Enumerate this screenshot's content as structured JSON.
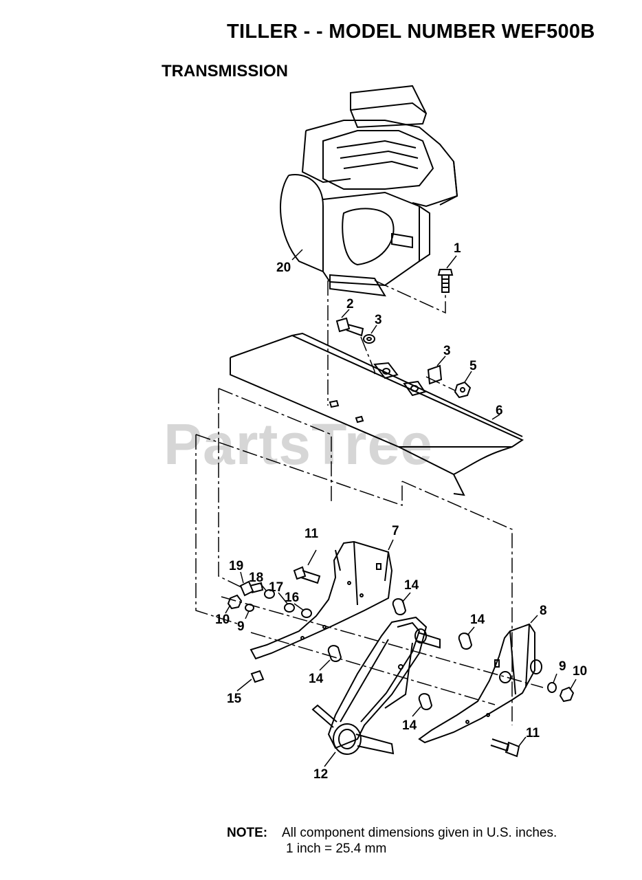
{
  "header": {
    "title": "TILLER - - MODEL NUMBER WEF500B",
    "section": "TRANSMISSION"
  },
  "watermark": "PartsTree",
  "callouts": [
    {
      "id": "c1",
      "label": "1"
    },
    {
      "id": "c2",
      "label": "2"
    },
    {
      "id": "c3a",
      "label": "3"
    },
    {
      "id": "c3b",
      "label": "3"
    },
    {
      "id": "c5",
      "label": "5"
    },
    {
      "id": "c6",
      "label": "6"
    },
    {
      "id": "c7",
      "label": "7"
    },
    {
      "id": "c8",
      "label": "8"
    },
    {
      "id": "c9a",
      "label": "9"
    },
    {
      "id": "c9b",
      "label": "9"
    },
    {
      "id": "c10a",
      "label": "10"
    },
    {
      "id": "c10b",
      "label": "10"
    },
    {
      "id": "c11a",
      "label": "11"
    },
    {
      "id": "c11b",
      "label": "11"
    },
    {
      "id": "c12",
      "label": "12"
    },
    {
      "id": "c14a",
      "label": "14"
    },
    {
      "id": "c14b",
      "label": "14"
    },
    {
      "id": "c14c",
      "label": "14"
    },
    {
      "id": "c14d",
      "label": "14"
    },
    {
      "id": "c15",
      "label": "15"
    },
    {
      "id": "c16",
      "label": "16"
    },
    {
      "id": "c17",
      "label": "17"
    },
    {
      "id": "c18",
      "label": "18"
    },
    {
      "id": "c19",
      "label": "19"
    },
    {
      "id": "c20",
      "label": "20"
    }
  ],
  "note": {
    "label": "NOTE:",
    "line1": "All component dimensions given in U.S. inches.",
    "line2": "1 inch = 25.4 mm"
  }
}
